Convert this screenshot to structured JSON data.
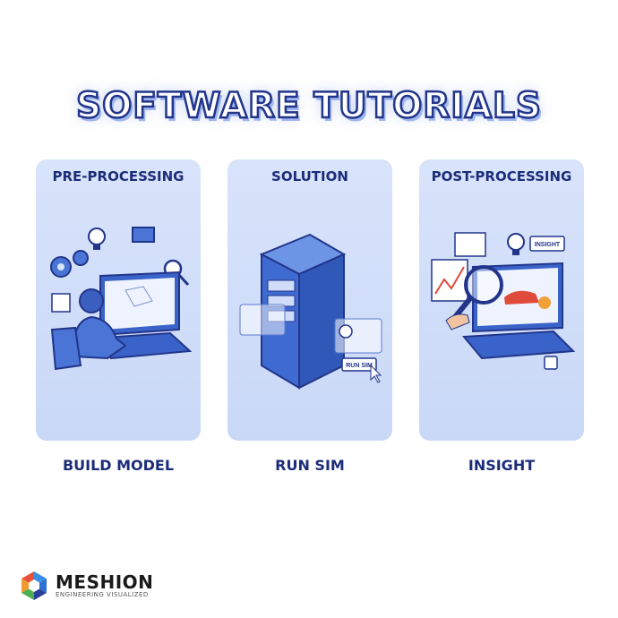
{
  "title": "SOFTWARE TUTORIALS",
  "cards": [
    {
      "title": "PRE-PROCESSING",
      "label": "BUILD MODEL"
    },
    {
      "title": "SOLUTION",
      "label": "RUN SIM",
      "button_text": "RUN SIM"
    },
    {
      "title": "POST-PROCESSING",
      "label": "INSIGHT",
      "sign_text": "INSIGHT"
    }
  ],
  "brand": {
    "name": "MESHION",
    "tagline": "ENGINEERING VISUALIZED"
  }
}
